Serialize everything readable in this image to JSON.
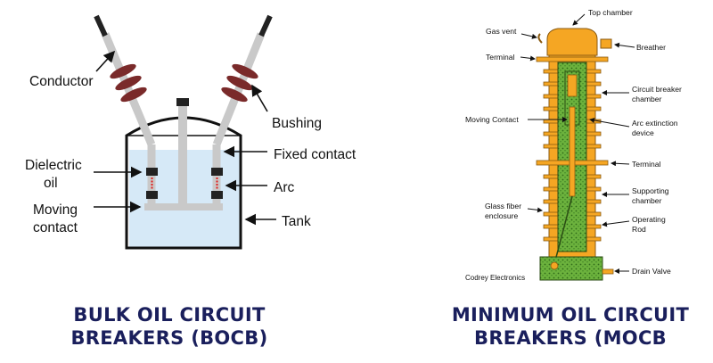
{
  "bocb": {
    "labels": {
      "conductor": "Conductor",
      "bushing": "Bushing",
      "fixed_contact": "Fixed contact",
      "dielectric_oil_1": "Dielectric",
      "dielectric_oil_2": "oil",
      "arc": "Arc",
      "moving_contact_1": "Moving",
      "moving_contact_2": "contact",
      "tank": "Tank"
    },
    "caption_line1": "BULK OIL CIRCUIT",
    "caption_line2": "BREAKERS (BOCB)"
  },
  "mocb": {
    "labels": {
      "top_chamber": "Top chamber",
      "gas_vent": "Gas vent",
      "breather": "Breather",
      "terminal_top": "Terminal",
      "cb_chamber_1": "Circuit breaker",
      "cb_chamber_2": "chamber",
      "moving_contact": "Moving Contact",
      "arc_ext_1": "Arc extinction",
      "arc_ext_2": "device",
      "terminal_mid": "Terminal",
      "glass_1": "Glass fiber",
      "glass_2": "enclosure",
      "supporting_1": "Supporting",
      "supporting_2": "chamber",
      "operating_1": "Operating",
      "operating_2": "Rod",
      "drain_valve": "Drain Valve",
      "watermark": "Codrey Electronics"
    },
    "caption_line1": "MINIMUM OIL CIRCUIT",
    "caption_line2": "BREAKERS (MOCB"
  },
  "colors": {
    "oil": "#d6e9f7",
    "bushing": "#7a2a2a",
    "contact": "#c9c9c9",
    "orange": "#f5a623",
    "green_fill": "#5fa637",
    "caption": "#1a1f5c"
  }
}
